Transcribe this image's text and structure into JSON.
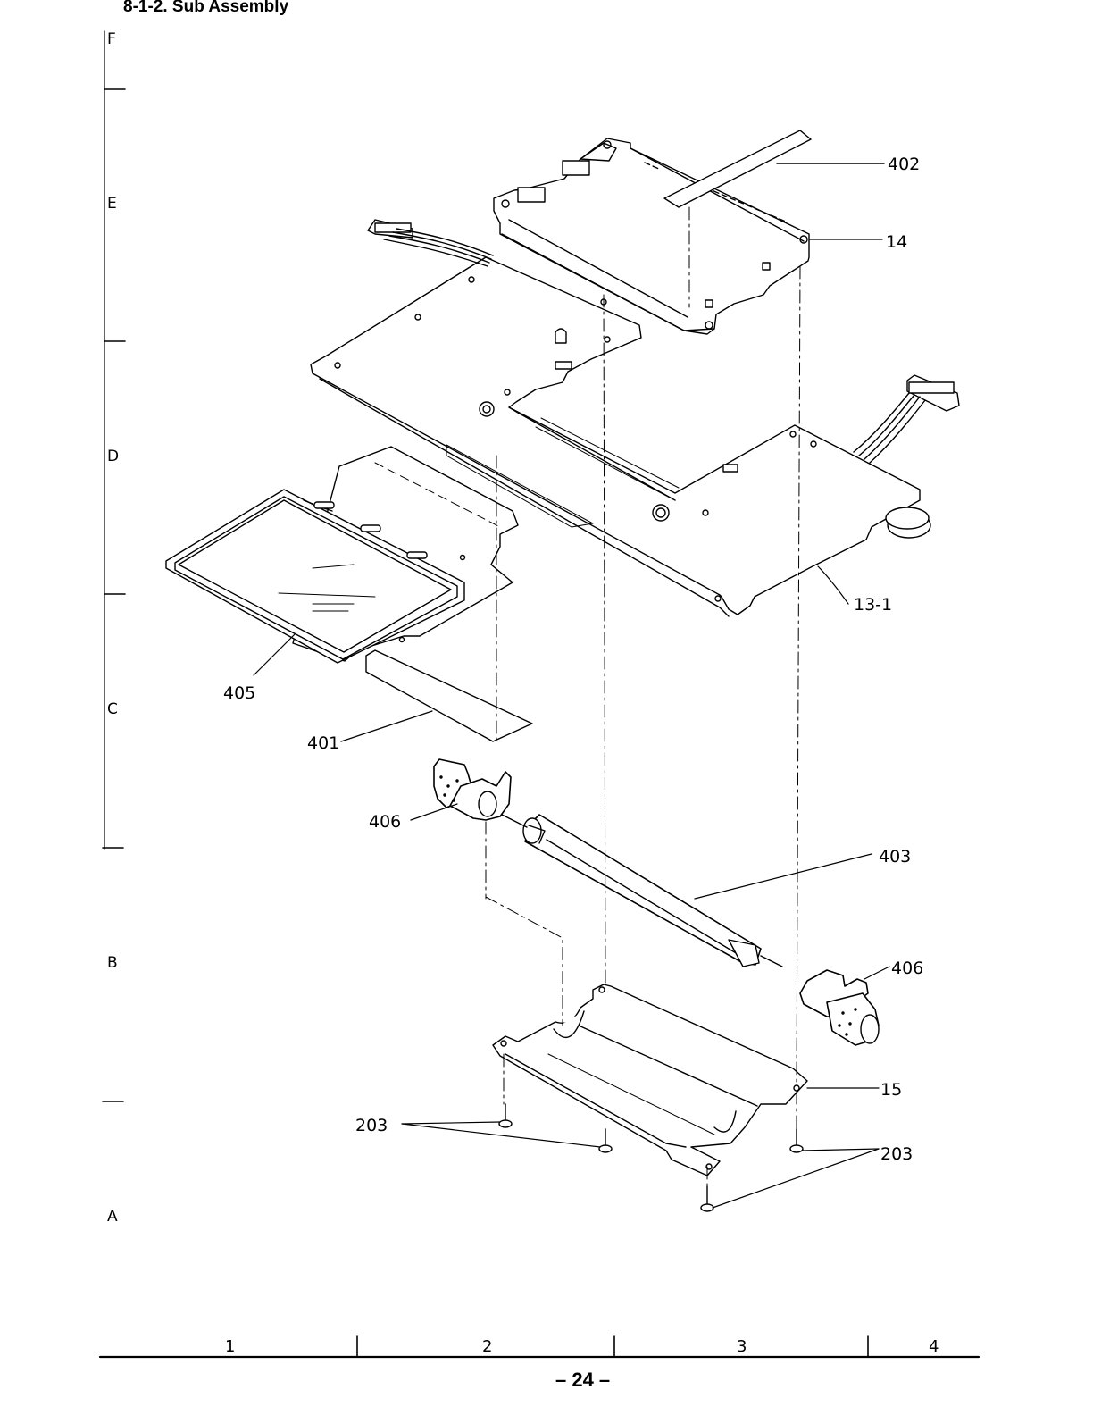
{
  "page": {
    "title": "8-1-2. Sub Assembly",
    "page_number": "– 24 –"
  },
  "zones": [
    "F",
    "E",
    "D",
    "C",
    "B",
    "A"
  ],
  "columns": [
    "1",
    "2",
    "3",
    "4"
  ],
  "parts": {
    "p402": "402",
    "p14": "14",
    "p13_1": "13-1",
    "p405": "405",
    "p401": "401",
    "p406a": "406",
    "p403": "403",
    "p406b": "406",
    "p15": "15",
    "p203a": "203",
    "p203b": "203"
  },
  "colors": {
    "ink": "#000000",
    "link": "#3333cc"
  }
}
